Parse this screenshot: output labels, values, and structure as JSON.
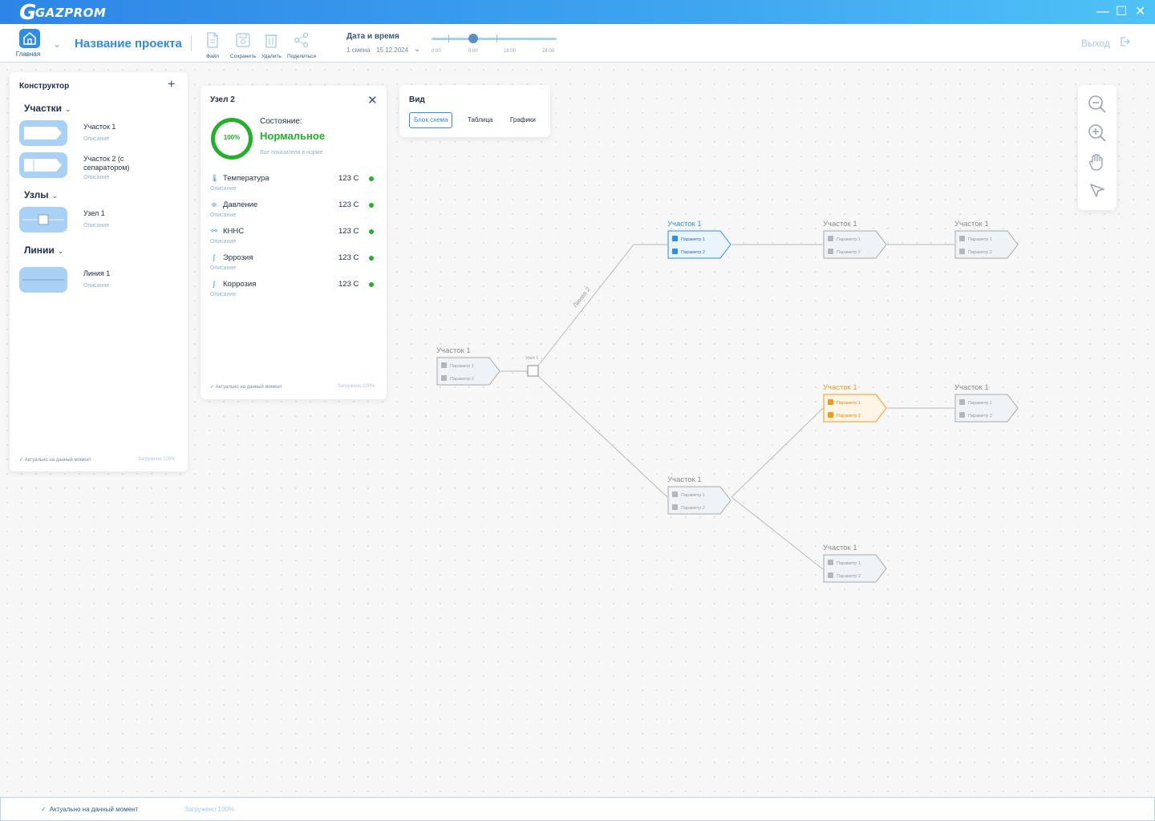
{
  "app": {
    "logo": "GAZPROM"
  },
  "window": {
    "minimize": "—",
    "maximize": "☐",
    "close": "✕"
  },
  "toolbar": {
    "home_label": "Главная",
    "project_name": "Название проекта",
    "file": "Файл",
    "save": "Сохранить",
    "delete": "Удалить",
    "share": "Поделиться",
    "datetime_title": "Дата и время",
    "shift": "1 смена",
    "date": "15.12.2024",
    "timeline_ticks": [
      "0:00",
      "9:00",
      "18:00",
      "24:00"
    ],
    "timeline_position_hours": 9,
    "exit": "Выход"
  },
  "constructor": {
    "title": "Конструктор",
    "sections": {
      "sections_title": "Участки",
      "nodes_title": "Узлы",
      "lines_title": "Линии"
    },
    "items": [
      {
        "name": "Участок 1",
        "desc": "Описание"
      },
      {
        "name": "Участок 2 (с сепаратором)",
        "desc": "Описание"
      },
      {
        "name": "Узел 1",
        "desc": "Описание"
      },
      {
        "name": "Линия 1",
        "desc": "Описание"
      }
    ],
    "footer_ok": "Актуально на данный момент",
    "footer_load": "Загружено 100%"
  },
  "node_card": {
    "title": "Узел 2",
    "percent": "100%",
    "state_label": "Состояние:",
    "state_value": "Нормальное",
    "state_desc": "Все показатели в норме",
    "params": [
      {
        "icon": "thermometer-icon",
        "name": "Температура",
        "desc": "Описание",
        "value": "123",
        "unit": "С"
      },
      {
        "icon": "pressure-icon",
        "name": "Давление",
        "desc": "Описание",
        "value": "123",
        "unit": "С"
      },
      {
        "icon": "pipe-icon",
        "name": "КННС",
        "desc": "Описание",
        "value": "123",
        "unit": "С"
      },
      {
        "icon": "erosion-icon",
        "name": "Эррозия",
        "desc": "Описание",
        "value": "123",
        "unit": "С"
      },
      {
        "icon": "corrosion-icon",
        "name": "Коррозия",
        "desc": "Описание",
        "value": "123",
        "unit": "С"
      }
    ],
    "footer_ok": "Актуально на данный момент",
    "footer_load": "Загружено 100%"
  },
  "view": {
    "title": "Вид",
    "tabs": [
      "Блок схема",
      "Таблица",
      "Графики"
    ],
    "active": "Блок схема"
  },
  "diagram": {
    "node_label": "Узел 1",
    "line_label": "Линия 2",
    "block_title": "Участок 1",
    "param1": "Параметр 1",
    "param2": "Параметр 2"
  },
  "status": {
    "ok": "Актуально на данный момент",
    "load": "Загружено 100%"
  },
  "colors": {
    "accent": "#2f8de4",
    "ok": "#23b02a",
    "warning": "#f29a16"
  }
}
